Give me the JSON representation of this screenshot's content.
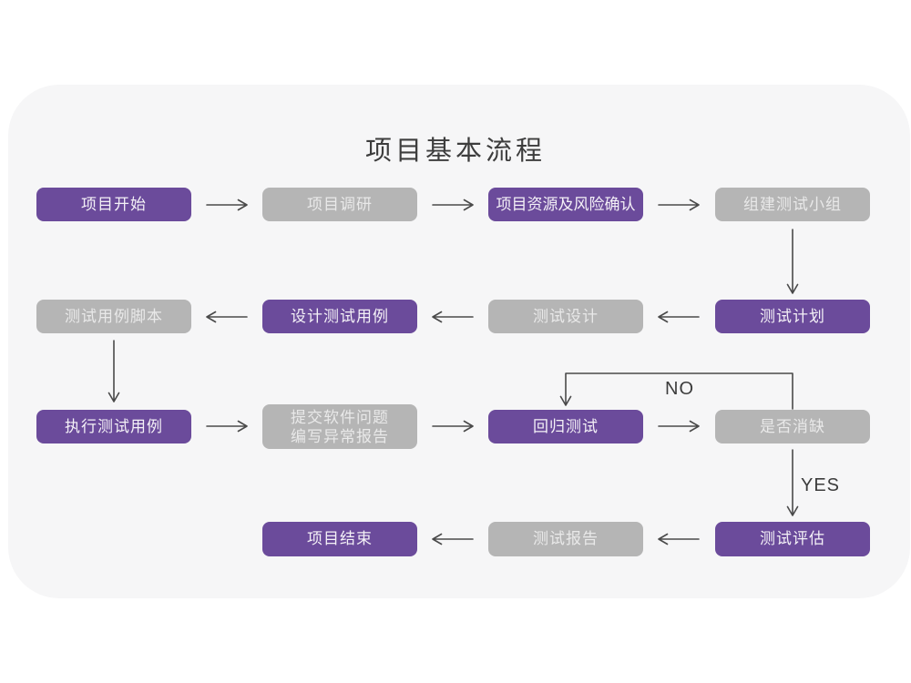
{
  "title": "项目基本流程",
  "colors": {
    "accent_purple": "#6b4b9b",
    "node_gray": "#b5b5b5",
    "node_text_light": "#e9e9e9",
    "card_background": "#f6f6f7",
    "arrow": "#4a4a4a",
    "title_text": "#3d3d3d"
  },
  "edge_labels": {
    "no": "NO",
    "yes": "YES"
  },
  "nodes": {
    "project_start": {
      "label": "项目开始",
      "style": "purple"
    },
    "project_research": {
      "label": "项目调研",
      "style": "gray"
    },
    "resource_risk_confirm": {
      "label": "项目资源及风险确认",
      "style": "purple"
    },
    "build_test_team": {
      "label": "组建测试小组",
      "style": "gray"
    },
    "test_plan": {
      "label": "测试计划",
      "style": "purple"
    },
    "test_design": {
      "label": "测试设计",
      "style": "gray"
    },
    "design_test_cases": {
      "label": "设计测试用例",
      "style": "purple"
    },
    "test_case_script": {
      "label": "测试用例脚本",
      "style": "gray"
    },
    "execute_test_cases": {
      "label": "执行测试用例",
      "style": "purple"
    },
    "submit_issue_report": {
      "line1": "提交软件问题",
      "line2": "编写异常报告",
      "style": "gray"
    },
    "regression_test": {
      "label": "回归测试",
      "style": "purple"
    },
    "defect_cleared": {
      "label": "是否消缺",
      "style": "gray"
    },
    "test_evaluation": {
      "label": "测试评估",
      "style": "purple"
    },
    "test_report": {
      "label": "测试报告",
      "style": "gray"
    },
    "project_end": {
      "label": "项目结束",
      "style": "purple"
    }
  }
}
